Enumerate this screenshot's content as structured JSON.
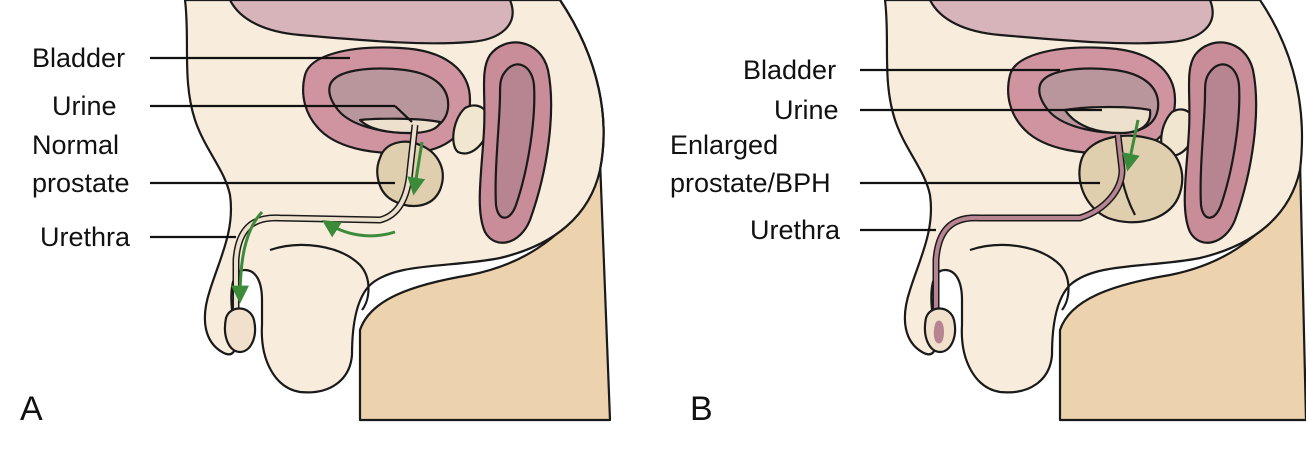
{
  "panels": [
    {
      "letter": "A",
      "labels": {
        "bladder": "Bladder",
        "urine": "Urine",
        "prostate_line1": "Normal",
        "prostate_line2": "prostate",
        "urethra": "Urethra"
      }
    },
    {
      "letter": "B",
      "labels": {
        "bladder": "Bladder",
        "urine": "Urine",
        "prostate_line1": "Enlarged",
        "prostate_line2": "prostate/BPH",
        "urethra": "Urethra"
      }
    }
  ],
  "colors": {
    "skin": "#f8ecdc",
    "thigh": "#ecd2ad",
    "bladder_top": "#d7b4ba",
    "bladder_wall": "#cf949f",
    "bladder_inner": "#b9969c",
    "urine": "#ede0cd",
    "prostate": "#e0cfae",
    "rectum": "#c98d99",
    "flow_arrow": "#3b8b3b",
    "outline": "#1a1a1a"
  }
}
